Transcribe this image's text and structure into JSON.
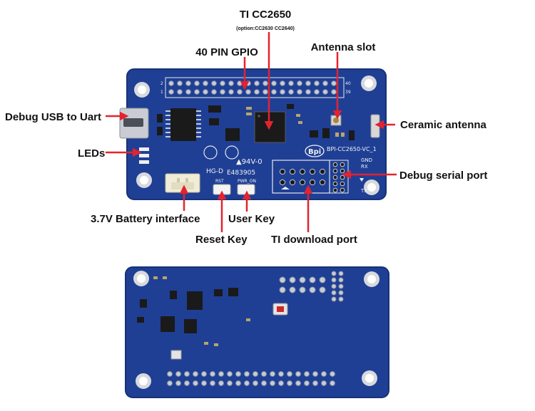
{
  "callouts": {
    "chip": "TI CC2650",
    "chip_option": "(option:CC2630 CC2640)",
    "gpio": "40 PIN GPIO",
    "antenna_slot": "Antenna slot",
    "debug_usb": "Debug USB to Uart",
    "ceramic_antenna": "Ceramic antenna",
    "leds": "LEDs",
    "debug_serial": "Debug serial port",
    "battery": "3.7V Battery interface",
    "user_key": "User Key",
    "reset_key": "Reset Key",
    "ti_download": "TI download port"
  },
  "silkscreen": {
    "board_name": "BPI-CC2650-VC_1",
    "brand": "Bpi",
    "rating": "▲94V-0",
    "maker": "HG-D",
    "cert": "E483905",
    "rst": "RST",
    "pwr_on": "PWR_ON",
    "gnd": "GND",
    "rx": "RX",
    "tx": "TX",
    "pin_2": "2",
    "pin_1": "1",
    "pin_40": "40",
    "pin_39": "39"
  },
  "colors": {
    "pcb": "#1f3f95",
    "pcb_edge": "#173275",
    "arrow": "#e3232f",
    "pad": "#c8ccd4",
    "chip": "#1a1a1a",
    "connector": "#f1ecd8"
  }
}
